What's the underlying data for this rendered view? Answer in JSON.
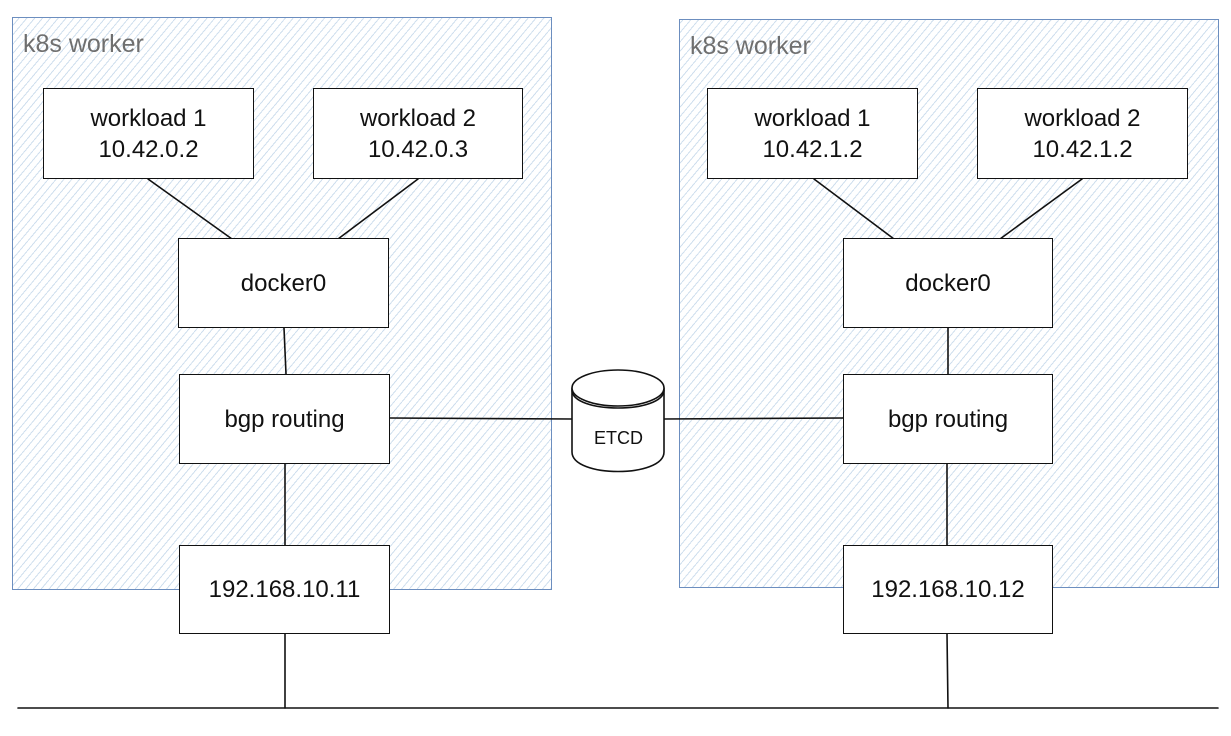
{
  "workers": [
    {
      "label": "k8s worker",
      "workload1": {
        "name": "workload 1",
        "ip": "10.42.0.2"
      },
      "workload2": {
        "name": "workload 2",
        "ip": "10.42.0.3"
      },
      "bridge": "docker0",
      "routing": "bgp routing",
      "host_ip": "192.168.10.11"
    },
    {
      "label": "k8s worker",
      "workload1": {
        "name": "workload 1",
        "ip": "10.42.1.2"
      },
      "workload2": {
        "name": "workload 2",
        "ip": "10.42.1.2"
      },
      "bridge": "docker0",
      "routing": "bgp routing",
      "host_ip": "192.168.10.12"
    }
  ],
  "etcd": {
    "label": "ETCD"
  },
  "colors": {
    "worker_border": "#6c8ebf",
    "worker_hatch": "#a8c4e0",
    "stroke": "#111111",
    "label_gray": "#6f6f6f"
  }
}
